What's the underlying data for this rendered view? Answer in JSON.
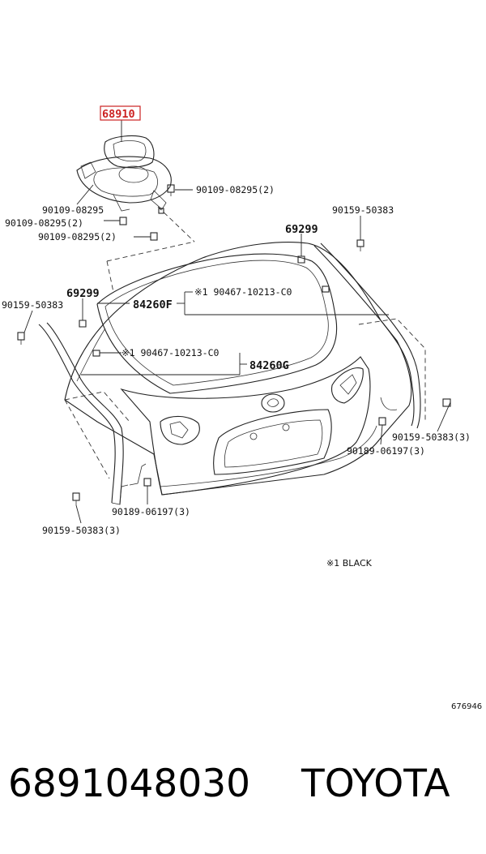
{
  "diagram": {
    "highlight_color": "#cc2222",
    "callouts": {
      "wiper_motor": "68910",
      "bolt_right": "90109-08295(2)",
      "bolt_a": "90109-08295",
      "bolt_b": "90109-08295(2)",
      "bolt_c": "90109-08295(2)",
      "screw_top_right": "90159-50383",
      "weatherstrip_right": "69299",
      "weatherstrip_left": "69299",
      "screw_left": "90159-50383",
      "garnish_f": "84260F",
      "clip_f": "※1 90467-10213-C0",
      "clip_g": "※1 90467-10213-C0",
      "garnish_g": "84260G",
      "screw_right_lower": "90159-50383(3)",
      "clip_right_lower": "90189-06197(3)",
      "clip_left_lower": "90189-06197(3)",
      "screw_left_lower": "90159-50383(3)"
    },
    "note": "※1 BLACK",
    "figure_id": "676946"
  },
  "footer": {
    "part_number": "6891048030",
    "brand": "TOYOTA"
  }
}
